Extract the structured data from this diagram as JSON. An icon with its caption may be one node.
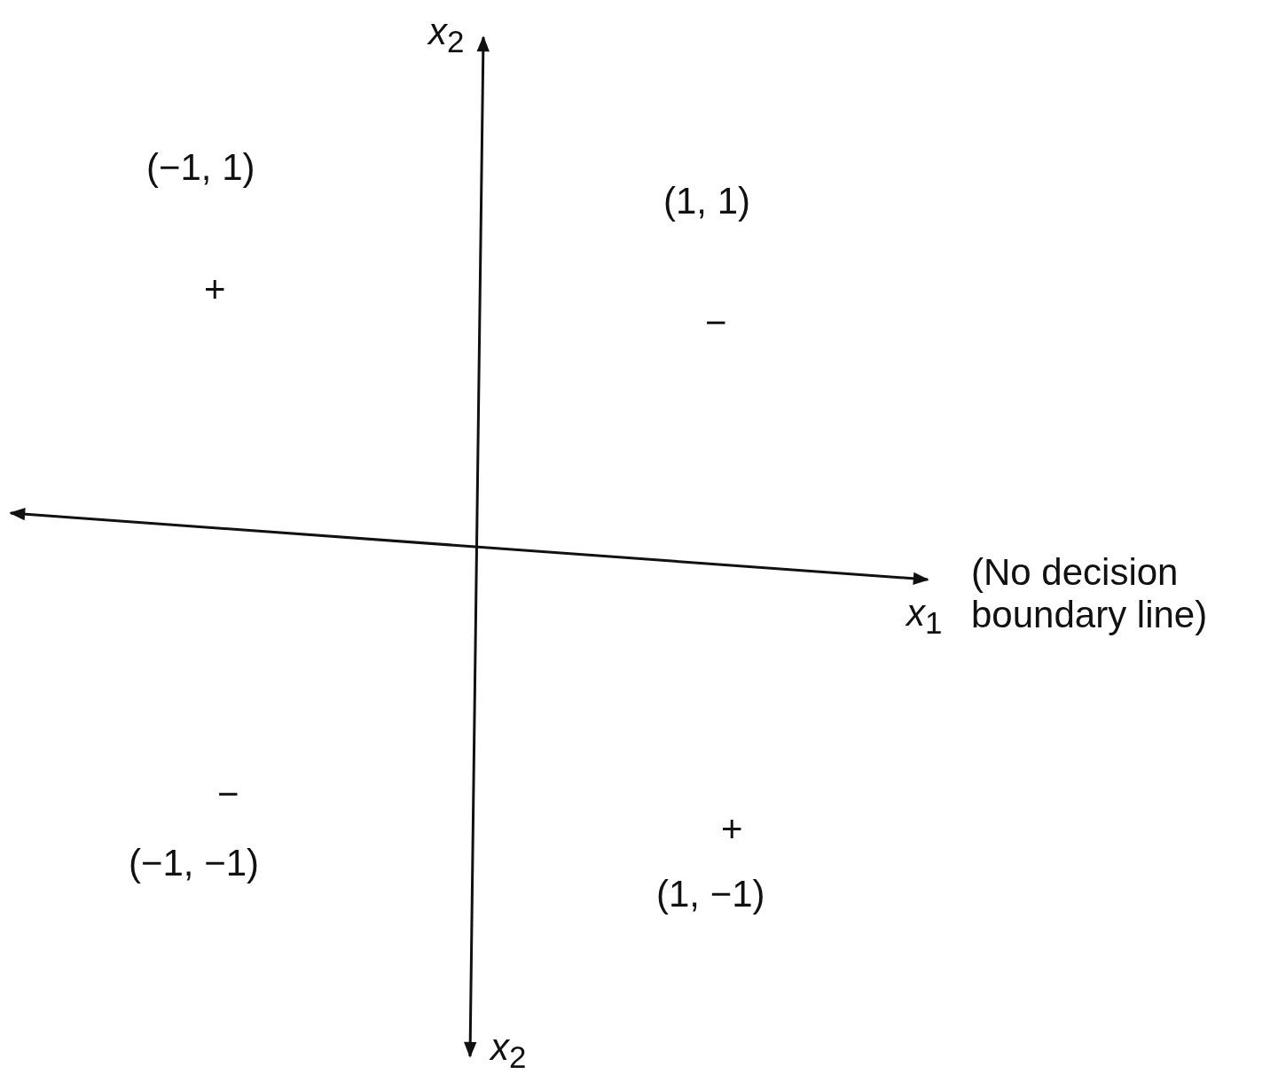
{
  "diagram": {
    "labels": [
      "*x*$_{2}$",
      "(−1, 1)",
      "(1, 1)",
      "+",
      "−",
      "(No decision boundary line)",
      "*x*$_{1}$",
      "−",
      "+",
      "(−1, −1)",
      "(1, −1)",
      "*x*$_{2}$"
    ]
  }
}
